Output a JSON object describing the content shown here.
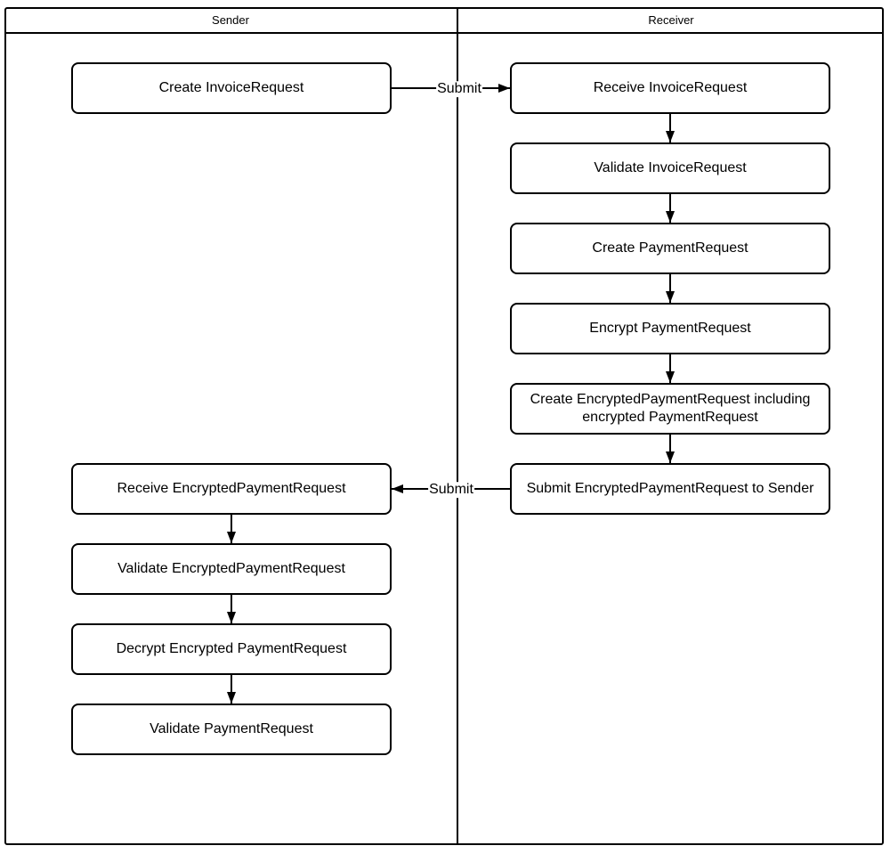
{
  "diagram": {
    "type": "swimlane-flowchart",
    "lanes": [
      {
        "title": "Sender"
      },
      {
        "title": "Receiver"
      }
    ],
    "nodes": [
      {
        "lane": "Sender",
        "label": "Create InvoiceRequest"
      },
      {
        "lane": "Receiver",
        "label": "Receive InvoiceRequest"
      },
      {
        "lane": "Receiver",
        "label": "Validate InvoiceRequest"
      },
      {
        "lane": "Receiver",
        "label": "Create PaymentRequest"
      },
      {
        "lane": "Receiver",
        "label": "Encrypt PaymentRequest"
      },
      {
        "lane": "Receiver",
        "label": "Create EncryptedPaymentRequest including encrypted PaymentRequest"
      },
      {
        "lane": "Receiver",
        "label": "Submit EncryptedPaymentRequest to Sender"
      },
      {
        "lane": "Sender",
        "label": "Receive EncryptedPaymentRequest"
      },
      {
        "lane": "Sender",
        "label": "Validate EncryptedPaymentRequest"
      },
      {
        "lane": "Sender",
        "label": "Decrypt Encrypted PaymentRequest"
      },
      {
        "lane": "Sender",
        "label": "Validate PaymentRequest"
      }
    ],
    "edges": [
      {
        "from": "Create InvoiceRequest",
        "to": "Receive InvoiceRequest",
        "label": "Submit"
      },
      {
        "from": "Receive InvoiceRequest",
        "to": "Validate InvoiceRequest"
      },
      {
        "from": "Validate InvoiceRequest",
        "to": "Create PaymentRequest"
      },
      {
        "from": "Create PaymentRequest",
        "to": "Encrypt PaymentRequest"
      },
      {
        "from": "Encrypt PaymentRequest",
        "to": "Create EncryptedPaymentRequest including encrypted PaymentRequest"
      },
      {
        "from": "Create EncryptedPaymentRequest including encrypted PaymentRequest",
        "to": "Submit EncryptedPaymentRequest to Sender"
      },
      {
        "from": "Submit EncryptedPaymentRequest to Sender",
        "to": "Receive EncryptedPaymentRequest",
        "label": "Submit"
      },
      {
        "from": "Receive EncryptedPaymentRequest",
        "to": "Validate EncryptedPaymentRequest"
      },
      {
        "from": "Validate EncryptedPaymentRequest",
        "to": "Decrypt Encrypted PaymentRequest"
      },
      {
        "from": "Decrypt Encrypted PaymentRequest",
        "to": "Validate PaymentRequest"
      }
    ],
    "colors": {
      "stroke": "#000000",
      "fill": "#ffffff",
      "text": "#000000"
    }
  }
}
